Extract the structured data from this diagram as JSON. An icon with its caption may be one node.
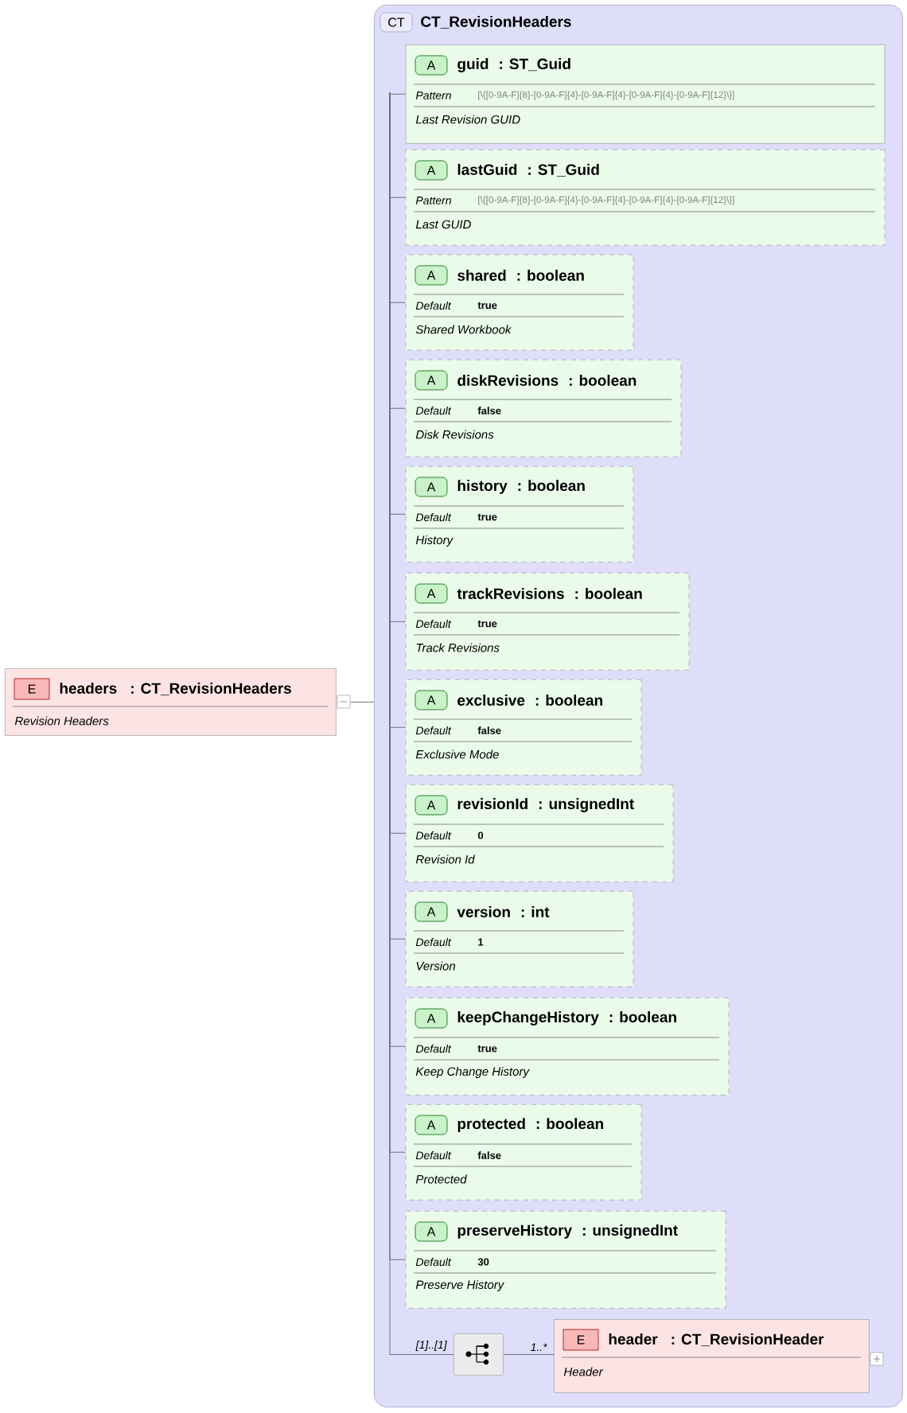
{
  "diagram": {
    "nodes": [
      {
        "text": [
          "E",
          "headers",
          ": CT_RevisionHeaders",
          "Revision Headers"
        ]
      },
      {
        "text": [
          "CT",
          "CT_RevisionHeaders"
        ]
      },
      {
        "text": [
          "A",
          "guid",
          ": ST_Guid",
          "Pattern",
          "[\\{[0-9A-F]{8}-[0-9A-F]{4}-[0-9A-F]{4}-[0-9A-F]{4}-[0-9A-F]{12}\\}]",
          "Last Revision GUID"
        ],
        "in": 1
      },
      {
        "text": [
          "A",
          "lastGuid",
          ": ST_Guid",
          "Pattern",
          "[\\{[0-9A-F]{8}-[0-9A-F]{4}-[0-9A-F]{4}-[0-9A-F]{4}-[0-9A-F]{12}\\}]",
          "Last GUID"
        ],
        "in": 1
      },
      {
        "text": [
          "A",
          "shared",
          ": boolean",
          "Default",
          "true",
          "Shared Workbook"
        ],
        "in": 1
      },
      {
        "text": [
          "A",
          "diskRevisions",
          ": boolean",
          "Default",
          "false",
          "Disk Revisions"
        ],
        "in": 1
      },
      {
        "text": [
          "A",
          "history",
          ": boolean",
          "Default",
          "true",
          "History"
        ],
        "in": 1
      },
      {
        "text": [
          "A",
          "trackRevisions",
          ": boolean",
          "Default",
          "true",
          "Track Revisions"
        ],
        "in": 1
      },
      {
        "text": [
          "A",
          "exclusive",
          ": boolean",
          "Default",
          "false",
          "Exclusive Mode"
        ],
        "in": 1
      },
      {
        "text": [
          "A",
          "revisionId",
          ": unsignedInt",
          "Default",
          "0",
          "Revision Id"
        ],
        "in": 1
      },
      {
        "text": [
          "A",
          "version",
          ": int",
          "Default",
          "1",
          "Version"
        ],
        "in": 1
      },
      {
        "text": [
          "A",
          "keepChangeHistory",
          ": boolean",
          "Default",
          "true",
          "Keep Change History"
        ],
        "in": 1
      },
      {
        "text": [
          "A",
          "protected",
          ": boolean",
          "Default",
          "false",
          "Protected"
        ],
        "in": 1
      },
      {
        "text": [
          "A",
          "preserveHistory",
          ": unsignedInt",
          "Default",
          "30",
          "Preserve History"
        ],
        "in": 1
      },
      {
        "text": [],
        "shape": "box",
        "in": 1
      },
      {
        "text": [
          "E",
          "header",
          ": CT_RevisionHeader",
          "Header"
        ],
        "in": 1
      }
    ],
    "edges": [
      {
        "from": 0,
        "to": 1,
        "arrow": "none"
      },
      {
        "from": 1,
        "to": 2,
        "arrow": "none"
      },
      {
        "from": 1,
        "to": 3,
        "arrow": "none"
      },
      {
        "from": 1,
        "to": 4,
        "arrow": "none"
      },
      {
        "from": 1,
        "to": 5,
        "arrow": "none"
      },
      {
        "from": 1,
        "to": 6,
        "arrow": "none"
      },
      {
        "from": 1,
        "to": 7,
        "arrow": "none"
      },
      {
        "from": 1,
        "to": 8,
        "arrow": "none"
      },
      {
        "from": 1,
        "to": 9,
        "arrow": "none"
      },
      {
        "from": 1,
        "to": 10,
        "arrow": "none"
      },
      {
        "from": 1,
        "to": 11,
        "arrow": "none"
      },
      {
        "from": 1,
        "to": 12,
        "arrow": "none"
      },
      {
        "from": 1,
        "to": 13,
        "arrow": "none"
      },
      {
        "from": 1,
        "to": 14,
        "arrow": "none",
        "label": "[1]..[1]"
      },
      {
        "from": 14,
        "to": 15,
        "arrow": "none",
        "label": "1..*"
      }
    ]
  }
}
